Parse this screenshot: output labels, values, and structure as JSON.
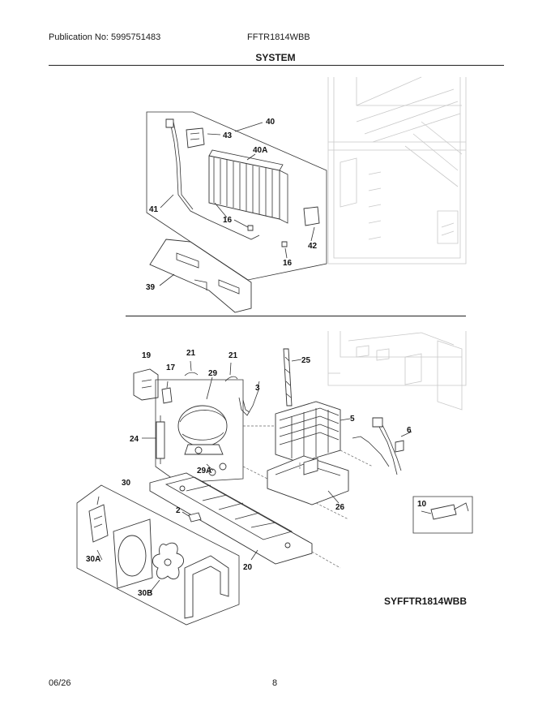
{
  "header": {
    "publication": "Publication No: 5995751483",
    "model": "FFTR1814WBB"
  },
  "section_title": "SYSTEM",
  "model_code": "SYFFTR1814WBB",
  "footer": {
    "date": "06/26",
    "page": "8"
  },
  "callouts": {
    "c40": "40",
    "c43": "43",
    "c40A": "40A",
    "c41": "41",
    "c16a": "16",
    "c16b": "16",
    "c42": "42",
    "c39": "39",
    "c19": "19",
    "c21a": "21",
    "c21b": "21",
    "c25": "25",
    "c17": "17",
    "c29": "29",
    "c3": "3",
    "c5": "5",
    "c6": "6",
    "c24": "24",
    "c29A": "29A",
    "c30": "30",
    "c2": "2",
    "c26": "26",
    "c10": "10",
    "c30A": "30A",
    "c30B": "30B",
    "c20": "20"
  }
}
